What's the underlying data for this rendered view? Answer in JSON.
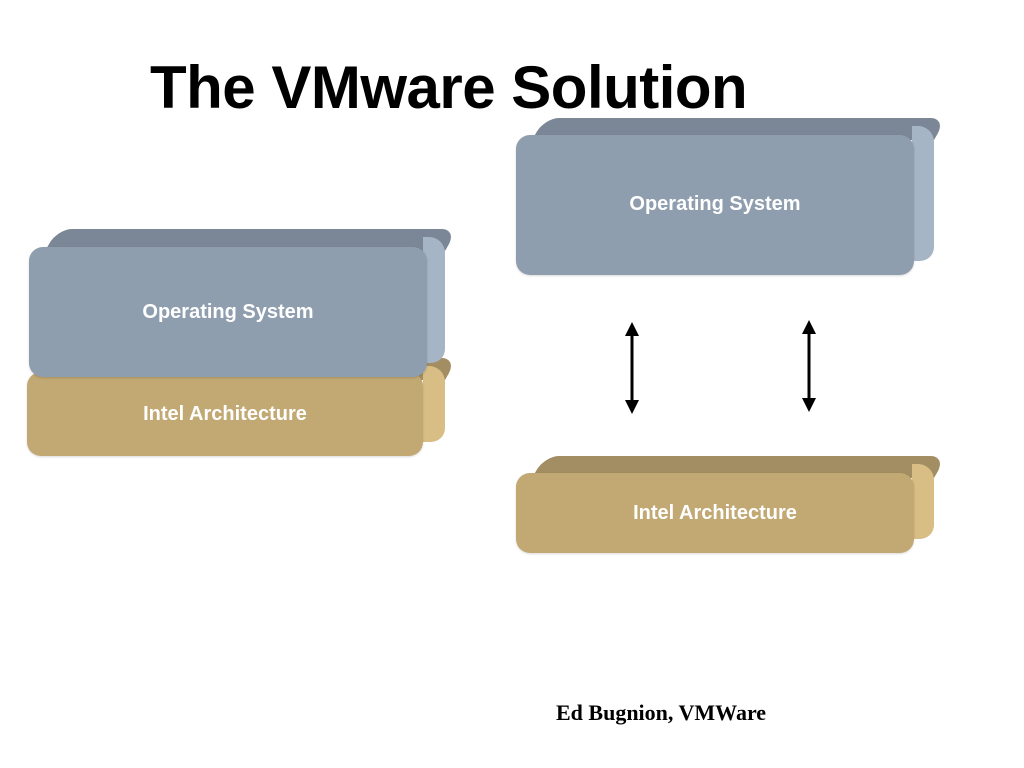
{
  "title": "The VMware Solution",
  "left_stack": {
    "os_label": "Operating System",
    "hw_label": "Intel Architecture"
  },
  "right_stack": {
    "os_label": "Operating System",
    "hw_label": "Intel Architecture"
  },
  "footer": "Ed Bugnion, VMWare",
  "colors": {
    "os_face": "#8f9eae",
    "hw_face": "#c2a872"
  }
}
